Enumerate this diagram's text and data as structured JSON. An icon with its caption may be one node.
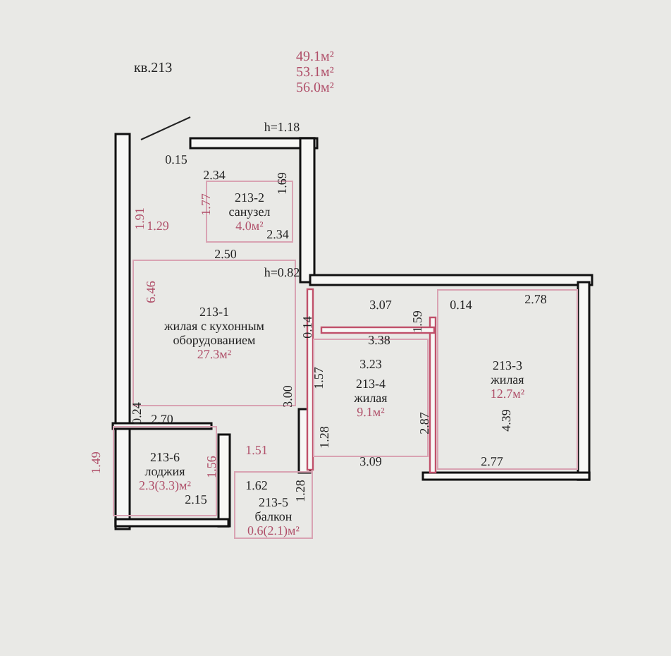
{
  "diagram": {
    "nodes": [
      {
        "text": [
          "кв.213",
          "49.1м²",
          "53.1м²",
          "56.0м²"
        ]
      },
      {
        "text": [
          "213-1",
          "жилая с кухонным оборудованием",
          "27.3м²"
        ],
        "in": 0
      },
      {
        "text": [
          "213-2",
          "санузел",
          "4.0м²"
        ],
        "in": 0
      },
      {
        "text": [
          "213-3",
          "жилая",
          "12.7м²"
        ],
        "in": 0
      },
      {
        "text": [
          "213-4",
          "жилая",
          "9.1м²"
        ],
        "in": 0
      },
      {
        "text": [
          "213-5",
          "балкон",
          "0.6(2.1)м²"
        ],
        "in": 0
      },
      {
        "text": [
          "213-6",
          "лоджия",
          "2.3(3.3)м²"
        ],
        "in": 0
      }
    ],
    "labels": [
      "0.15",
      "h=1.18",
      "2.34",
      "1.69",
      "1.91",
      "1.77",
      "1.29",
      "2.34",
      "2.50",
      "h=0.82",
      "6.46",
      "3.07",
      "0.14",
      "2.78",
      "0.14",
      "3.38",
      "1.59",
      "3.23",
      "1.57",
      "3.00",
      "2.87",
      "4.39",
      "1.28",
      "3.09",
      "2.77",
      "0.24",
      "2.70",
      "1.49",
      "1.56",
      "1.51",
      "2.15",
      "1.62",
      "1.28"
    ]
  }
}
